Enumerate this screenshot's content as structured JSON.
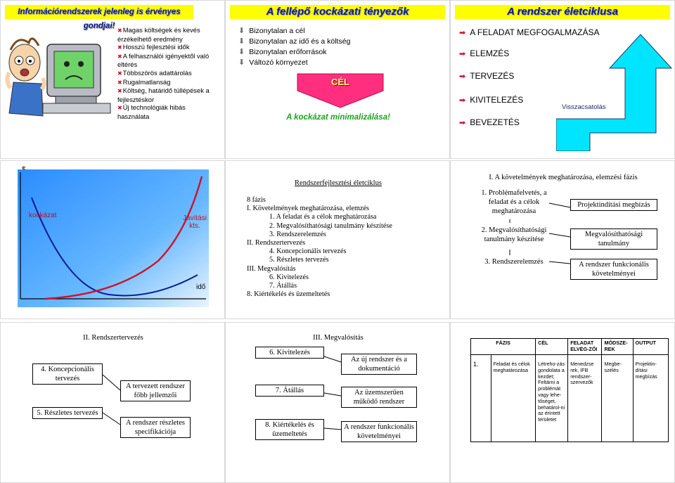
{
  "slide1": {
    "title": "Információrendszerek jelenleg is érvényes gondjai!",
    "items": [
      "Magas költségek és kevés érzékelhető eredmény",
      "Hosszú fejlesztési idők",
      "A felhasználói igényektől való eltérés",
      "Többszörös adattárolás",
      "Rugalmatlanság",
      "Költség, határidő túllépések a fejlesztéskor",
      "Új technológiák hibás használata"
    ]
  },
  "slide2": {
    "title": "A fellépő kockázati tényezők",
    "items": [
      "Bizonytalan a cél",
      "Bizonytalan az idő és a költség",
      "Bizonytalan erőforrások",
      "Változó környezet"
    ],
    "target": "CÉL",
    "footer": "A kockázat minimalizálása!"
  },
  "slide3": {
    "title": "A rendszer életciklusa",
    "steps": [
      "A FELADAT MEGFOGALMAZÁSA",
      "ELEMZÉS",
      "TERVEZÉS",
      "KIVITELEZÉS",
      "BEVEZETÉS"
    ],
    "feedback": "Visszacsatolás"
  },
  "slide4": {
    "corner": "$.",
    "risk_label": "kockázat",
    "repair_label": "Javítási kts.",
    "time_label": "idő"
  },
  "slide5": {
    "title": "Rendszerfejlesztési életciklus",
    "lines": [
      "8 fázis",
      "I.   Követelmények meghatározása, elemzés",
      "1. A feladat és a célok meghatározása",
      "2. Megvalósíthatósági tanulmány készítése",
      "3. Rendszerelemzés",
      "II.   Rendszertervezés",
      "4. Koncepcionális tervezés",
      "5. Részletes tervezés",
      "III.   Megvalósítás",
      "6. Kivitelezés",
      "7. Átállás",
      "8. Kiértékelés és üzemeltetés"
    ]
  },
  "slide6": {
    "title": "I. A követelmények meghatározása, elemzési fázis",
    "steps": [
      "1. Problémafelvetés, a feladat és a célok meghatározása",
      "2. Megvalósíthatósági tanulmány készítése",
      "3. Rendszerelemzés"
    ],
    "outputs": [
      "Projektindítási megbízás",
      "Megvalósíthatósági tanulmány",
      "A rendszer funkcionális követelményei"
    ]
  },
  "slide7": {
    "title": "II. Rendszertervezés",
    "steps": [
      "4. Koncepcionális tervezés",
      "5. Részletes tervezés"
    ],
    "outputs": [
      "A tervezett rendszer főbb jellemzői",
      "A rendszer részletes specifikációja"
    ]
  },
  "slide8": {
    "title": "III. Megvalósítás",
    "steps": [
      "6. Kivitelezés",
      "7. Átállás",
      "8. Kiértékelés és üzemeltetés"
    ],
    "outputs": [
      "Az új rendszer és a dokumentáció",
      "Az üzemszerűen működő rendszer",
      "A rendszer funkcionális követelményei"
    ]
  },
  "slide9": {
    "headers": [
      "FÁZIS",
      "CÉL",
      "FELADAT ELVÉG-ZŐI",
      "MÓDSZE-REK",
      "OUTPUT"
    ],
    "row": [
      "1.",
      "Feladat és célok meghatározása",
      "Létreho-zás gondolata a kezdet; Feltárni a problémát vagy lehe-tőséget, behatárol-ni az érintett területet",
      "Menedzse rek, IFB rendszer-szervezők",
      "Megbe-szélés",
      "Projektin-dítási megbízás"
    ]
  }
}
